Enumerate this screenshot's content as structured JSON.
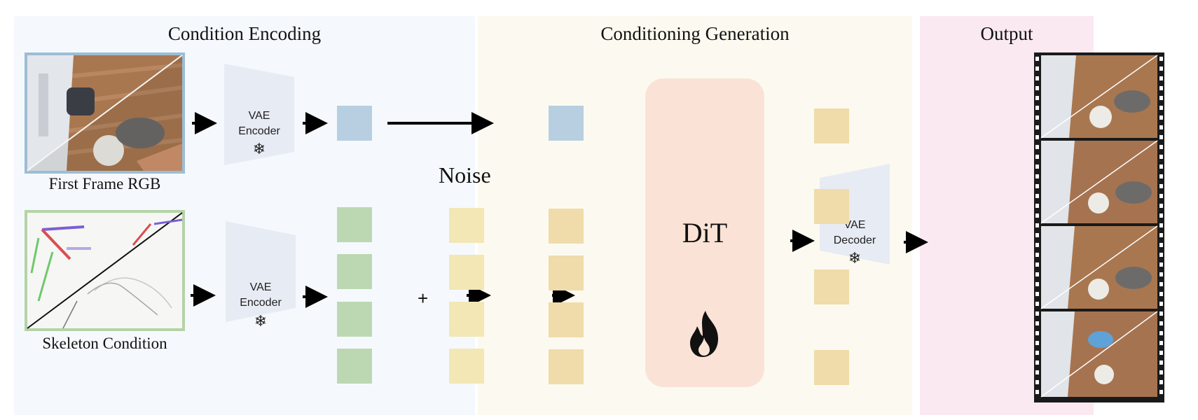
{
  "panels": {
    "encoding": "Condition Encoding",
    "generation": "Conditioning Generation",
    "output": "Output"
  },
  "captions": {
    "rgb": "First Frame RGB",
    "skeleton": "Skeleton Condition"
  },
  "encoder_top": {
    "line1": "VAE",
    "line2": "Encoder"
  },
  "encoder_bottom": {
    "line1": "VAE",
    "line2": "Encoder"
  },
  "decoder": {
    "line1": "VAE",
    "line2": "Decoder"
  },
  "noise": "Noise",
  "plus": "+",
  "dit": "DiT",
  "icons": {
    "frozen": "snowflake-icon",
    "trainable": "flame-icon"
  },
  "colors": {
    "encoding_bg": "#f5f9fd",
    "generation_bg": "#fcfaf0",
    "output_bg": "#fbe9f1",
    "dit_fill": "#fae3d6",
    "encoder_fill": "#e7ebf4"
  }
}
